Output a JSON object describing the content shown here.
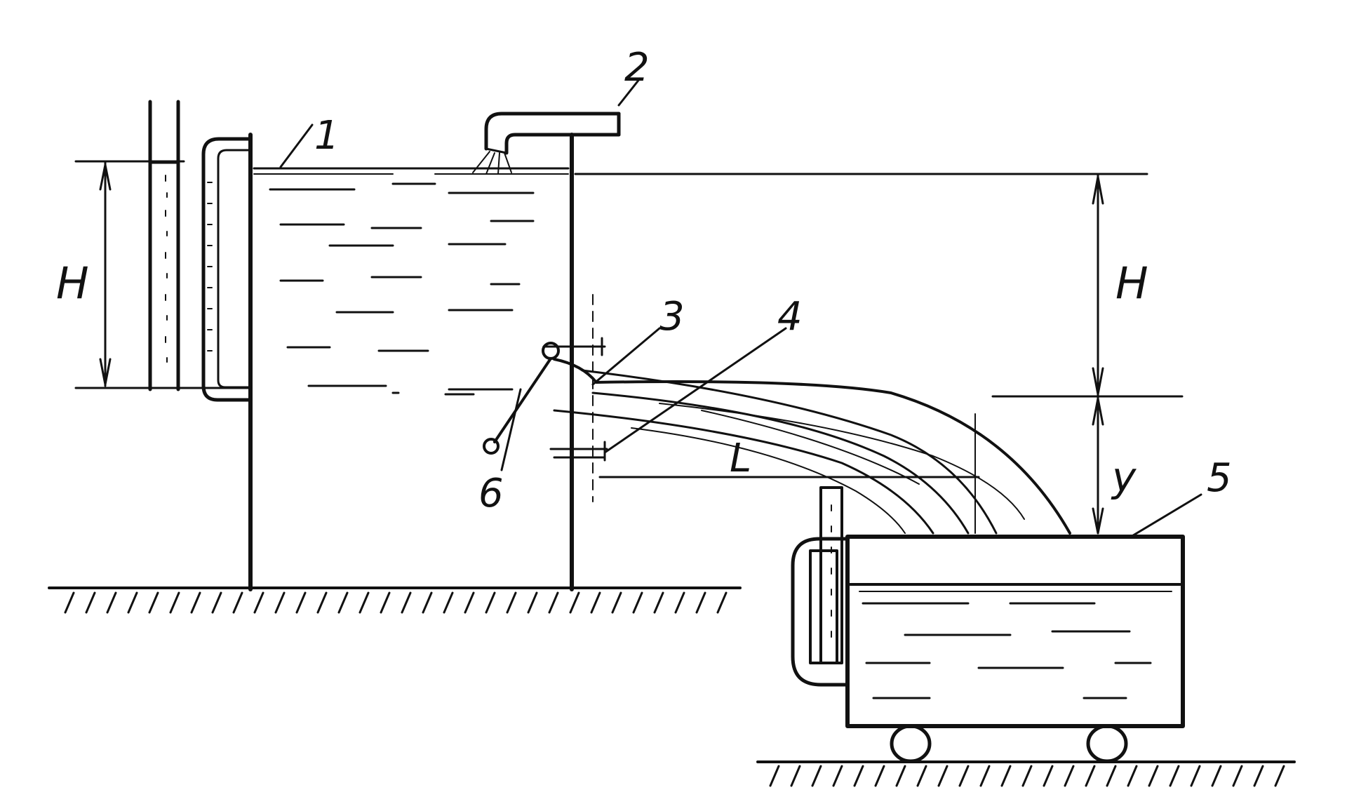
{
  "diagram": {
    "part_numbers": [
      "1",
      "2",
      "3",
      "4",
      "5",
      "6"
    ],
    "dimensions": {
      "head_left": "H",
      "head_right": "H",
      "drop": "y",
      "range": "L"
    }
  },
  "colors": {
    "ink": "#111111",
    "paper": "#ffffff"
  }
}
